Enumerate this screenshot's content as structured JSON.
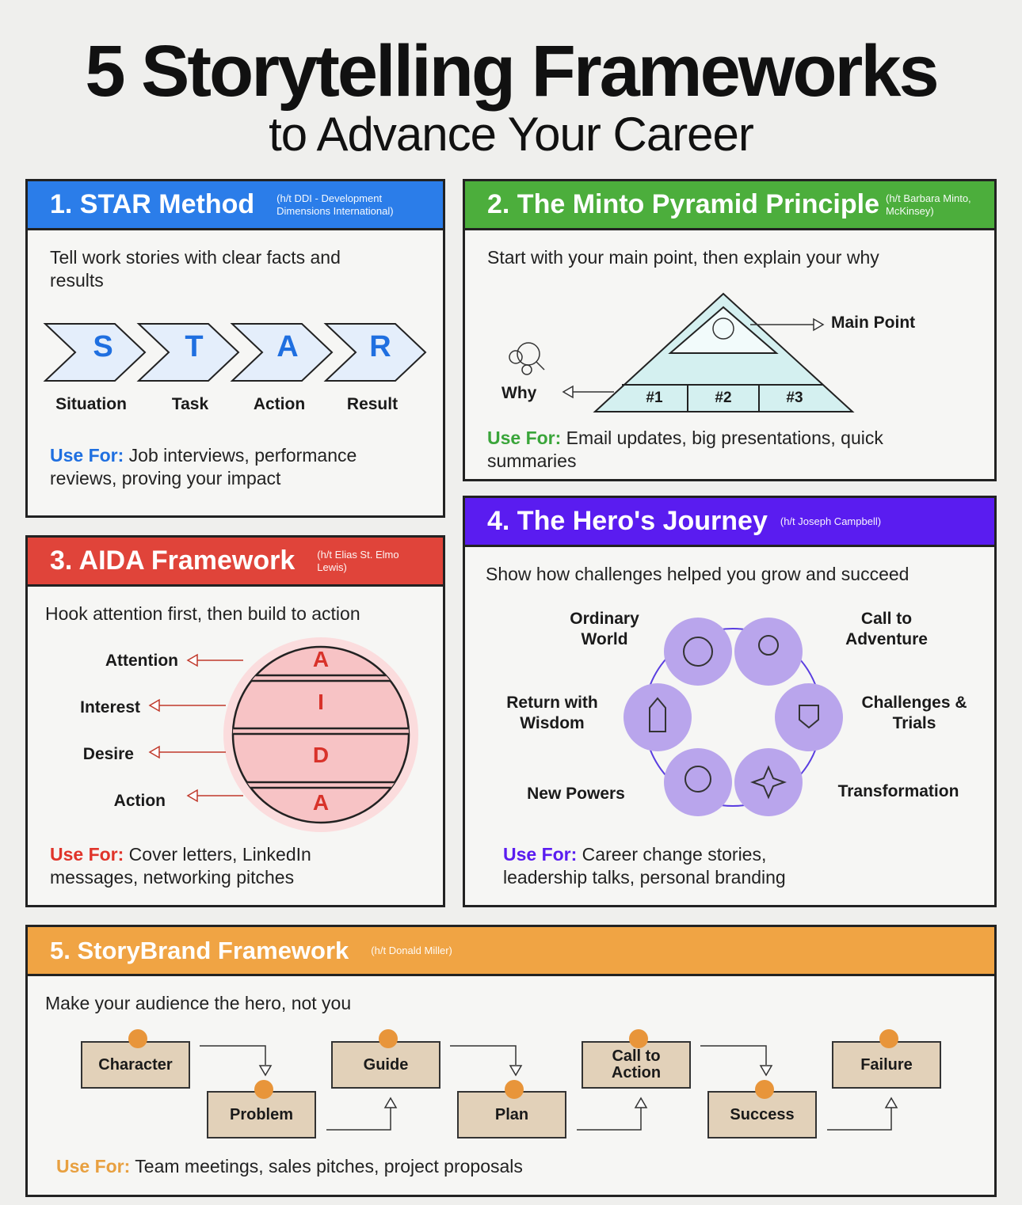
{
  "title": "5 Storytelling Frameworks",
  "subtitle": "to Advance Your Career",
  "star": {
    "title": "1. STAR Method",
    "ht": "(h/t DDI - Development Dimensions International)",
    "desc": "Tell work stories with clear facts and results",
    "letters": [
      "S",
      "T",
      "A",
      "R"
    ],
    "labels": [
      "Situation",
      "Task",
      "Action",
      "Result"
    ],
    "use_label": "Use For:",
    "use_text": " Job interviews, performance reviews, proving your impact",
    "color": "#2b7de9"
  },
  "minto": {
    "title": "2. The Minto Pyramid Principle",
    "ht": "(h/t Barbara Minto, McKinsey)",
    "desc": "Start with your main point, then explain your why",
    "main": "Main Point",
    "why": "Why",
    "nums": [
      "#1",
      "#2",
      "#3"
    ],
    "use_label": "Use For:",
    "use_text": " Email updates, big presentations, quick summaries",
    "color": "#4cae3c"
  },
  "aida": {
    "title": "3. AIDA Framework",
    "ht": "(h/t Elias St. Elmo Lewis)",
    "desc": "Hook attention first, then build to action",
    "letters": [
      "A",
      "I",
      "D",
      "A"
    ],
    "labels": [
      "Attention",
      "Interest",
      "Desire",
      "Action"
    ],
    "use_label": "Use For:",
    "use_text": " Cover letters, LinkedIn messages, networking pitches",
    "color": "#e0443a"
  },
  "hero": {
    "title": "4. The Hero's Journey",
    "ht": "(h/t Joseph Campbell)",
    "desc": "Show how challenges helped you grow and succeed",
    "stages": [
      "Ordinary World",
      "Call to Adventure",
      "Challenges & Trials",
      "Transformation",
      "New Powers",
      "Return with Wisdom"
    ],
    "use_label": "Use For:",
    "use_text": " Career change stories, leadership talks, personal branding",
    "color": "#5a1cf0"
  },
  "storybrand": {
    "title": "5. StoryBrand Framework",
    "ht": "(h/t Donald Miller)",
    "desc": "Make your audience the hero, not you",
    "steps": [
      "Character",
      "Problem",
      "Guide",
      "Plan",
      "Call to Action",
      "Success",
      "Failure"
    ],
    "use_label": "Use For:",
    "use_text": " Team meetings, sales pitches, project proposals",
    "color": "#f0a444"
  }
}
